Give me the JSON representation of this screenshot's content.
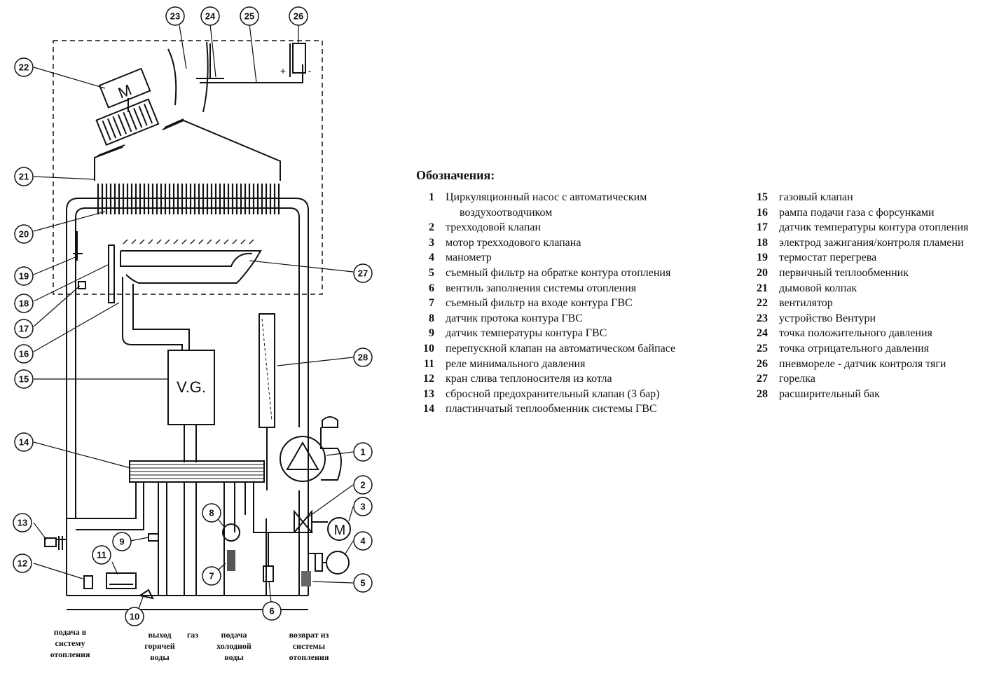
{
  "legend": {
    "title": "Обозначения:",
    "items": [
      {
        "num": "1",
        "text": "Циркуляционный насос с автоматическим",
        "text2": "воздухоотводчиком"
      },
      {
        "num": "2",
        "text": "трехходовой клапан"
      },
      {
        "num": "3",
        "text": "мотор трехходового клапана"
      },
      {
        "num": "4",
        "text": "манометр"
      },
      {
        "num": "5",
        "text": "съемный фильтр на обратке  контура отопления"
      },
      {
        "num": "6",
        "text": "вентиль заполнения системы отопления"
      },
      {
        "num": "7",
        "text": "съемный фильтр на входе контура ГВС"
      },
      {
        "num": "8",
        "text": "датчик протока контура ГВС"
      },
      {
        "num": "9",
        "text": "датчик температуры контура ГВС"
      },
      {
        "num": "10",
        "text": "перепускной клапан на автоматическом байпасе"
      },
      {
        "num": "11",
        "text": "реле минимального давления"
      },
      {
        "num": "12",
        "text": "кран слива теплоносителя из котла"
      },
      {
        "num": "13",
        "text": "сбросной предохранительный клапан (3 бар)"
      },
      {
        "num": "14",
        "text": "пластинчатый теплообменник системы ГВС"
      },
      {
        "num": "15",
        "text": "газовый клапан"
      },
      {
        "num": "16",
        "text": "рампа подачи газа с форсунками"
      },
      {
        "num": "17",
        "text": "датчик температуры контура отопления"
      },
      {
        "num": "18",
        "text": "электрод зажигания/контроля пламени"
      },
      {
        "num": "19",
        "text": "термостат перегрева"
      },
      {
        "num": "20",
        "text": "первичный теплообменник"
      },
      {
        "num": "21",
        "text": "дымовой колпак"
      },
      {
        "num": "22",
        "text": "вентилятор"
      },
      {
        "num": "23",
        "text": "устройство Вентури"
      },
      {
        "num": "24",
        "text": "точка положительного давления"
      },
      {
        "num": "25",
        "text": "точка отрицательного давления"
      },
      {
        "num": "26",
        "text": "пневмореле - датчик контроля тяги"
      },
      {
        "num": "27",
        "text": "горелка"
      },
      {
        "num": "28",
        "text": "расширительный бак"
      }
    ]
  },
  "diagram": {
    "fan_label": "M",
    "gas_valve_label": "V.G.",
    "motor_label": "M",
    "pressure_switch_plus": "+",
    "pressure_switch_minus": "-",
    "callouts": [
      "1",
      "2",
      "3",
      "4",
      "5",
      "6",
      "7",
      "8",
      "9",
      "10",
      "11",
      "12",
      "13",
      "14",
      "15",
      "16",
      "17",
      "18",
      "19",
      "20",
      "21",
      "22",
      "23",
      "24",
      "25",
      "26",
      "27",
      "28"
    ],
    "bottom_labels": {
      "heating_supply": [
        "подача в",
        "систему",
        "отопления"
      ],
      "hot_water_out": [
        "выход",
        "горячей",
        "воды"
      ],
      "gas": [
        "газ"
      ],
      "cold_water_in": [
        "подача",
        "холодной",
        "воды"
      ],
      "heating_return": [
        "возврат из",
        "системы",
        "отопления"
      ]
    }
  }
}
